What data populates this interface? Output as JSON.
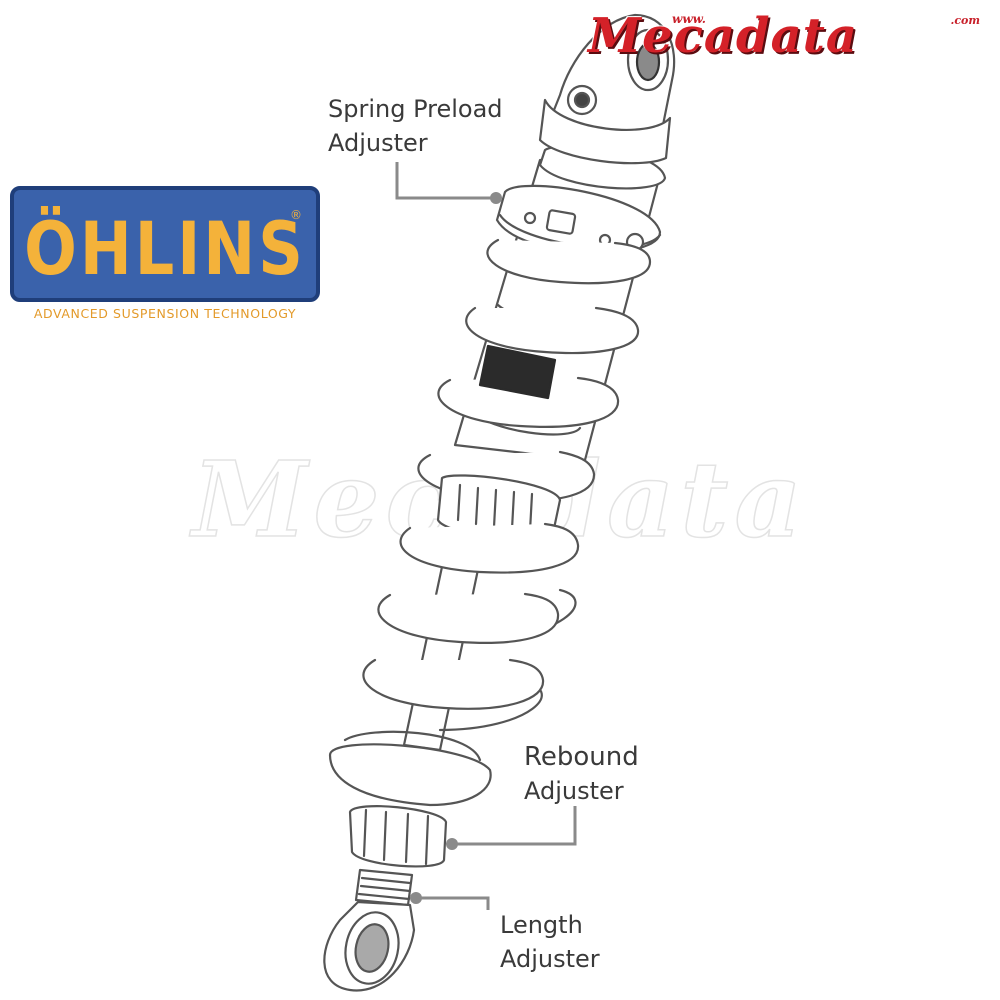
{
  "labels": {
    "spring_preload": [
      "Spring Preload",
      "Adjuster"
    ],
    "rebound": [
      "Rebound",
      "Adjuster"
    ],
    "length": [
      "Length",
      "Adjuster"
    ]
  },
  "ohlins_logo": {
    "wordmark": "ÖHLINS",
    "registered": "®",
    "tagline": "ADVANCED SUSPENSION TECHNOLOGY",
    "colors": {
      "background": "#3a62ab",
      "text": "#f4b23a",
      "tagline": "#e39a2a"
    }
  },
  "mecadata_logo": {
    "www": "www.",
    "wordmark": "Mecadata",
    "com": ".com",
    "color": "#d42128"
  },
  "watermark": "Mecadata",
  "colors": {
    "line": "#6b6b6b",
    "leader": "#8a8a8a",
    "label_text": "#3a3a3a"
  }
}
